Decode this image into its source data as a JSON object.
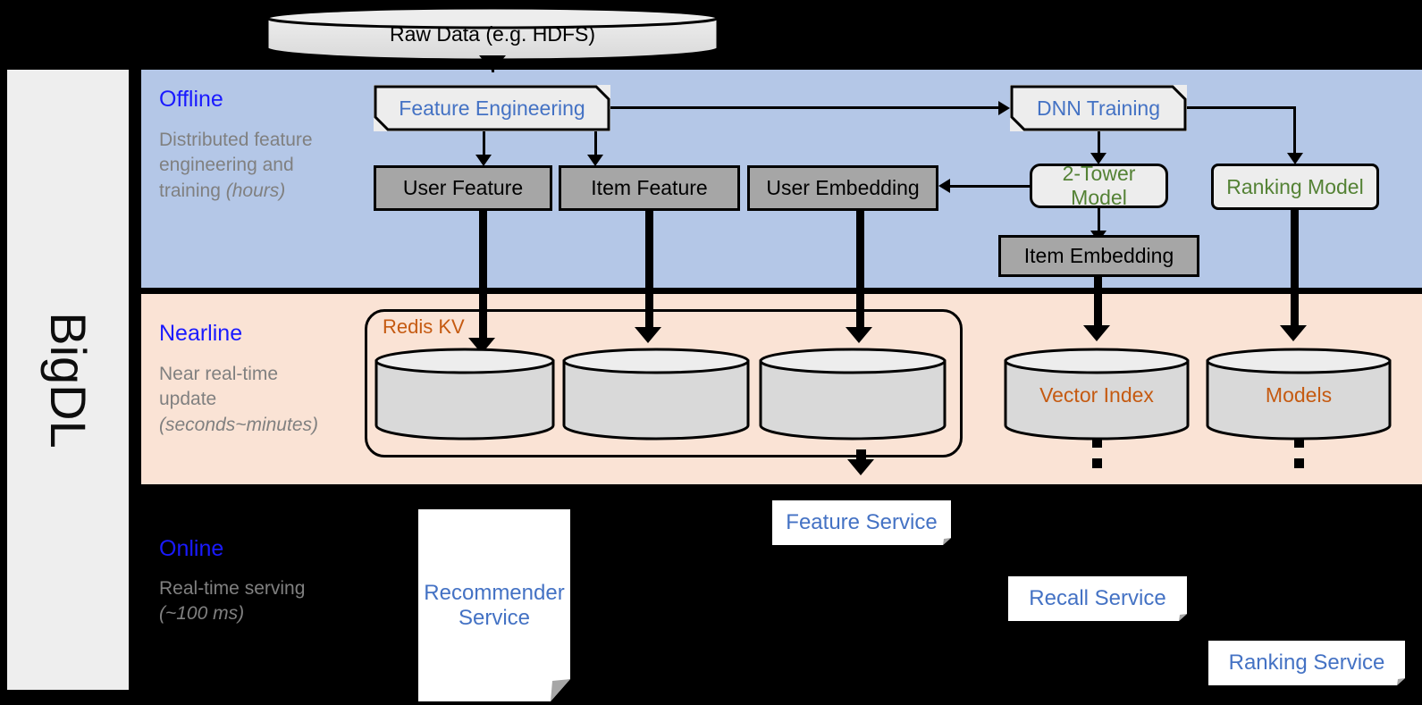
{
  "brand": {
    "name": "BigDL"
  },
  "colors": {
    "offline_band": "#b4c7e7",
    "nearline_band": "#fae3d5",
    "online_band": "#000000",
    "accent_blue": "#1a1aff",
    "label_blue": "#4472c4",
    "label_green": "#548235",
    "label_orange": "#c55a11",
    "gray_box": "#a6a6a6",
    "rail": "#eeeeee"
  },
  "source": {
    "label": "Raw Data (e.g. HDFS)"
  },
  "bands": [
    {
      "key": "offline",
      "title": "Offline",
      "subtitle_main": "Distributed feature engineering and training ",
      "subtitle_em": "(hours)"
    },
    {
      "key": "nearline",
      "title": "Nearline",
      "subtitle_main": "Near real-time update ",
      "subtitle_em": "(seconds~minutes)"
    },
    {
      "key": "online",
      "title": "Online",
      "subtitle_main": "Real-time serving ",
      "subtitle_em": "(~100 ms)"
    }
  ],
  "offline": {
    "feature_engineering": "Feature Engineering",
    "dnn_training": "DNN Training",
    "user_feature": "User Feature",
    "item_feature": "Item Feature",
    "user_embedding": "User Embedding",
    "two_tower_model": "2-Tower Model",
    "ranking_model": "Ranking Model",
    "item_embedding": "Item Embedding"
  },
  "nearline": {
    "redis_kv": "Redis KV",
    "store_1": "",
    "store_2": "",
    "store_3": "",
    "vector_index": "Vector Index",
    "models": "Models"
  },
  "online": {
    "recommender_service": "Recommender Service",
    "feature_service": "Feature Service",
    "recall_service": "Recall Service",
    "ranking_service": "Ranking Service"
  }
}
